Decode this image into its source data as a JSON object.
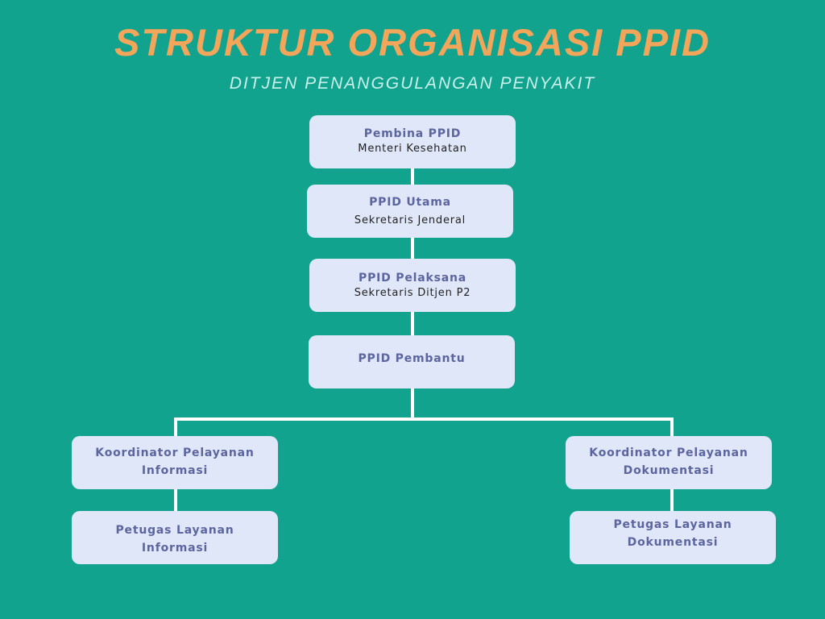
{
  "title": "STRUKTUR ORGANISASI PPID",
  "subtitle": "DITJEN PENANGGULANGAN PENYAKIT",
  "nodes": {
    "pembina": {
      "title": "Pembina PPID",
      "subtitle": "Menteri Kesehatan"
    },
    "utama": {
      "title": "PPID Utama",
      "subtitle": "Sekretaris Jenderal"
    },
    "pelaksana": {
      "title": "PPID Pelaksana",
      "subtitle": "Sekretaris Ditjen P2"
    },
    "pembantu": {
      "title": "PPID Pembantu"
    },
    "koordinator_informasi": {
      "line1": "Koordinator Pelayanan",
      "line2": "Informasi"
    },
    "koordinator_dokumentasi": {
      "line1": "Koordinator Pelayanan",
      "line2": "Dokumentasi"
    },
    "petugas_informasi": {
      "line1": "Petugas Layanan",
      "line2": "Informasi"
    },
    "petugas_dokumentasi": {
      "line1": "Petugas Layanan",
      "line2": "Dokumentasi"
    }
  }
}
